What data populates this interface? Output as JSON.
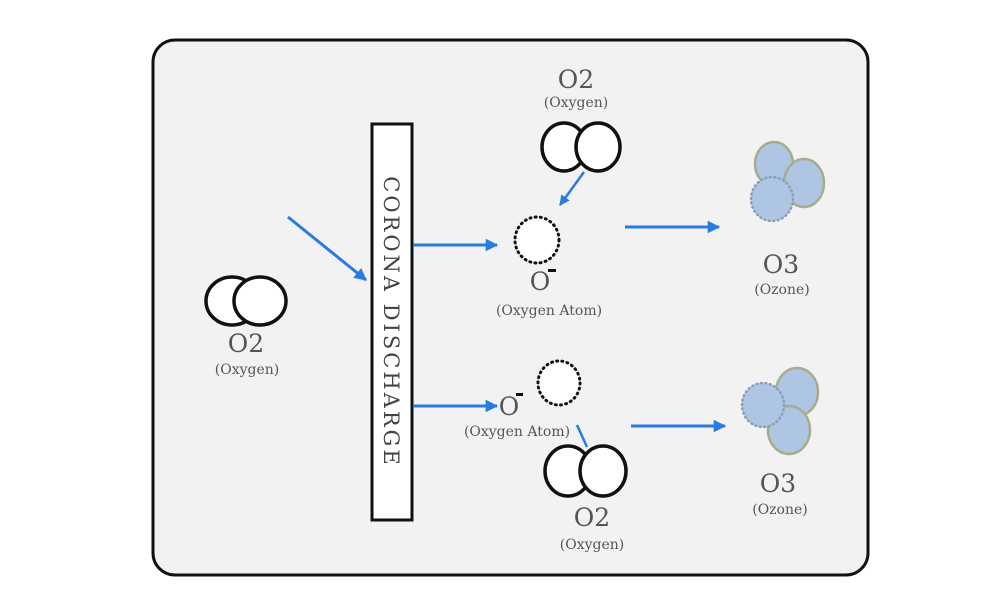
{
  "diagram": {
    "process_label": "CORONA DISCHARGE",
    "colors": {
      "arrow": "#2a7be0",
      "panel_bg": "#f2f2f2",
      "panel_border": "#111111",
      "ozone_fill": "#aec6e4",
      "ozone_stroke": "#a7ad8c",
      "text": "#555555"
    },
    "input": {
      "formula": "O2",
      "name": "(Oxygen)"
    },
    "top_branch": {
      "added_molecule": {
        "formula": "O2",
        "name": "(Oxygen)"
      },
      "atom": {
        "formula": "O",
        "charge": "-",
        "name": "(Oxygen Atom)"
      },
      "product": {
        "formula": "O3",
        "name": "(Ozone)"
      }
    },
    "bottom_branch": {
      "atom": {
        "formula": "O",
        "charge": "-",
        "name": "(Oxygen Atom)"
      },
      "added_molecule": {
        "formula": "O2",
        "name": "(Oxygen)"
      },
      "product": {
        "formula": "O3",
        "name": "(Ozone)"
      }
    }
  }
}
